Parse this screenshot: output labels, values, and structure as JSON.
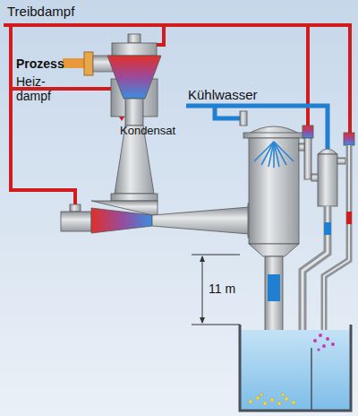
{
  "diagram": {
    "labels": [
      "Treibdampf",
      "Prozess",
      "Heiz- dampf",
      "Kondensat",
      "Kühlwasser",
      "11 m"
    ]
  }
}
